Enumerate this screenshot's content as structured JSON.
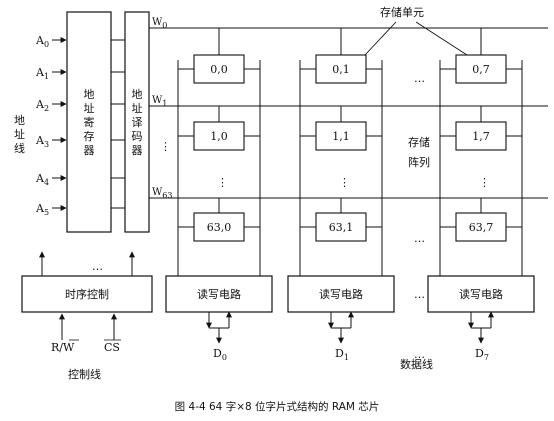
{
  "address": {
    "group_label": "地址线",
    "lines": [
      {
        "name": "A",
        "sub": "0"
      },
      {
        "name": "A",
        "sub": "1"
      },
      {
        "name": "A",
        "sub": "2"
      },
      {
        "name": "A",
        "sub": "3"
      },
      {
        "name": "A",
        "sub": "4"
      },
      {
        "name": "A",
        "sub": "5"
      }
    ]
  },
  "address_register_label": "地址寄存器",
  "address_decoder_label": "地址译码器",
  "word_lines": [
    {
      "name": "W",
      "sub": "0"
    },
    {
      "name": "W",
      "sub": "1"
    },
    {
      "name": "W",
      "sub": "63"
    }
  ],
  "storage_unit_label": "存储单元",
  "storage_array_label": [
    "存储",
    "阵列"
  ],
  "columns": [
    {
      "cells": [
        "0,0",
        "1,0",
        "63,0"
      ],
      "rw_label": "读写电路",
      "data": {
        "name": "D",
        "sub": "0"
      }
    },
    {
      "cells": [
        "0,1",
        "1,1",
        "63,1"
      ],
      "rw_label": "读写电路",
      "data": {
        "name": "D",
        "sub": "1"
      }
    },
    {
      "cells": [
        "0,7",
        "1,7",
        "63,7"
      ],
      "rw_label": "读写电路",
      "data": {
        "name": "D",
        "sub": "7"
      }
    }
  ],
  "timing_label": "时序控制",
  "control": {
    "rw": "R/W",
    "cs": "CS",
    "group_label": "控制线"
  },
  "data_group_label": "数据线",
  "ellipsis_h": "…",
  "ellipsis_v": "⋮",
  "caption": "图 4-4   64 字×8 位字片式结构的 RAM 芯片"
}
